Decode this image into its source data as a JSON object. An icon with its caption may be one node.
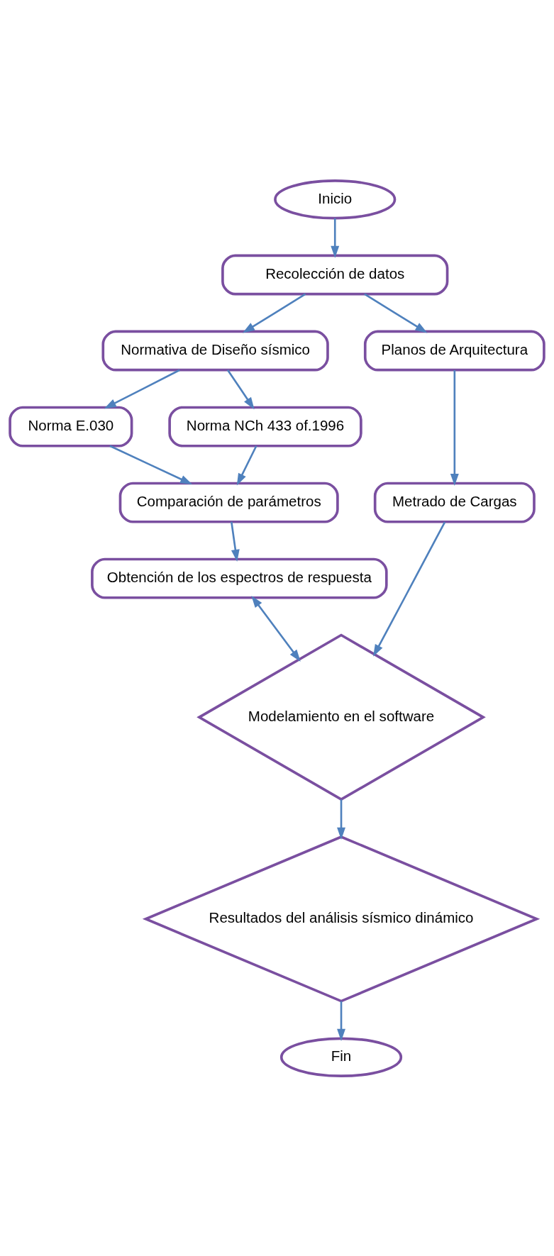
{
  "diagram": {
    "nodes": [
      {
        "text": [
          "Inicio"
        ]
      },
      {
        "text": [
          "Recolección de datos"
        ]
      },
      {
        "text": [
          "Normativa de Diseño sísmico"
        ]
      },
      {
        "text": [
          "Planos de Arquitectura"
        ]
      },
      {
        "text": [
          "Norma E.030"
        ]
      },
      {
        "text": [
          "Norma NCh 433 of.1996"
        ]
      },
      {
        "text": [
          "Comparación de parámetros"
        ]
      },
      {
        "text": [
          "Metrado de Cargas"
        ]
      },
      {
        "text": [
          "Obtención de los espectros de respuesta"
        ]
      },
      {
        "text": [
          "Modelamiento en el software"
        ]
      },
      {
        "text": [
          "Resultados del análisis sísmico dinámico"
        ]
      },
      {
        "text": [
          "Fin"
        ]
      }
    ],
    "edges": [
      {
        "from": 0,
        "to": 1,
        "arrow": "to"
      },
      {
        "from": 1,
        "to": 2,
        "arrow": "to"
      },
      {
        "from": 1,
        "to": 3,
        "arrow": "to"
      },
      {
        "from": 2,
        "to": 4,
        "arrow": "to"
      },
      {
        "from": 2,
        "to": 5,
        "arrow": "to"
      },
      {
        "from": 4,
        "to": 6,
        "arrow": "to"
      },
      {
        "from": 5,
        "to": 6,
        "arrow": "to"
      },
      {
        "from": 3,
        "to": 7,
        "arrow": "to"
      },
      {
        "from": 6,
        "to": 8,
        "arrow": "to"
      },
      {
        "from": 8,
        "to": 9,
        "arrow": "both"
      },
      {
        "from": 7,
        "to": 9,
        "arrow": "to"
      },
      {
        "from": 9,
        "to": 10,
        "arrow": "to"
      },
      {
        "from": 10,
        "to": 11,
        "arrow": "to"
      }
    ]
  }
}
